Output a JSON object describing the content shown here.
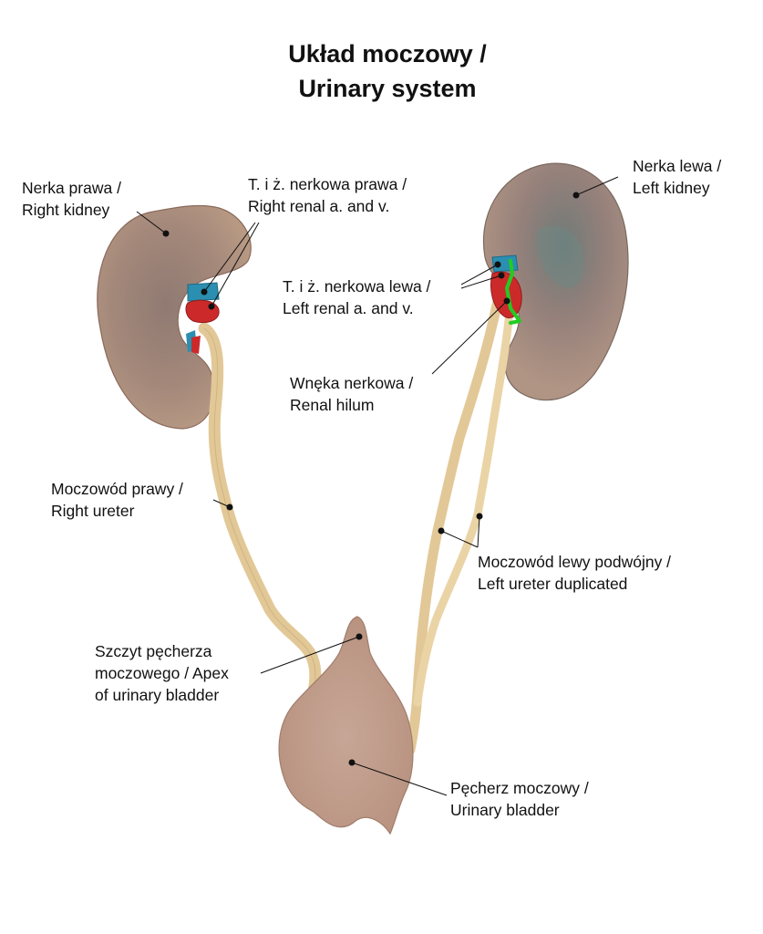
{
  "title": {
    "line1": "Układ moczowy /",
    "line2": "Urinary system"
  },
  "labels": {
    "right_kidney": {
      "line1": "Nerka prawa /",
      "line2": "Right kidney"
    },
    "right_renal_vessels": {
      "line1": "T. i ż. nerkowa prawa /",
      "line2": "Right renal a. and v."
    },
    "left_kidney": {
      "line1": "Nerka lewa /",
      "line2": "Left kidney"
    },
    "left_renal_vessels": {
      "line1": "T. i ż. nerkowa lewa /",
      "line2": "Left renal a. and v."
    },
    "renal_hilum": {
      "line1": "Wnęka nerkowa /",
      "line2": "Renal hilum"
    },
    "right_ureter": {
      "line1": "Moczowód prawy /",
      "line2": "Right ureter"
    },
    "left_ureter": {
      "line1": "Moczowód lewy podwójny /",
      "line2": "Left ureter duplicated"
    },
    "bladder_apex": {
      "line1": "Szczyt pęcherza",
      "line2": "moczowego / Apex",
      "line3": "of urinary bladder"
    },
    "bladder": {
      "line1": "Pęcherz moczowy /",
      "line2": "Urinary bladder"
    }
  },
  "colors": {
    "kidney": "#a08070",
    "ureter": "#e6cd9e",
    "bladder": "#c9a590",
    "artery": "#cc2a2a",
    "vein": "#2a8fb0",
    "duplicated_ureter_highlight": "#22cc22",
    "leader_line": "#111111"
  }
}
